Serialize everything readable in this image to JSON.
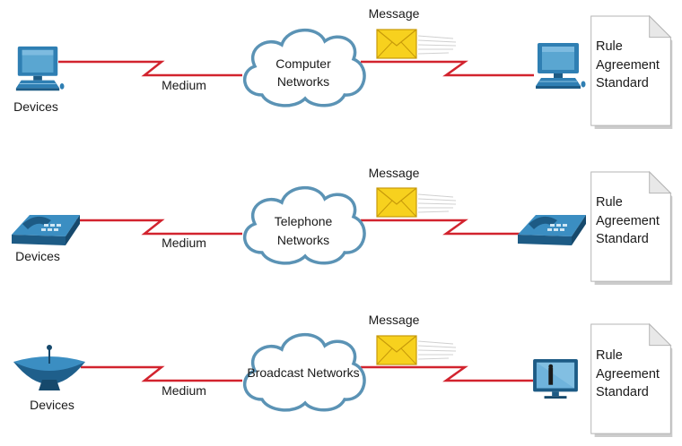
{
  "colors": {
    "link": "#d2232e",
    "cloud_fill": "#ffffff",
    "cloud_stroke": "#5b93b5",
    "device_blue": "#2f7fb3",
    "device_dark": "#1d5b85",
    "envelope": "#f7d11e",
    "envelope_edge": "#c79a0a",
    "doc_shadow": "#9a9a9a"
  },
  "rows": [
    {
      "id": "computer",
      "device_icon": "desktop-computer-icon",
      "devices_label": "Devices",
      "medium_label": "Medium",
      "network_lines": [
        "Computer",
        "Networks"
      ],
      "message_label": "Message",
      "receiver_icon": "desktop-computer-icon",
      "doc_lines": [
        "Rule",
        "Agreement",
        "Standard"
      ]
    },
    {
      "id": "telephone",
      "device_icon": "telephone-icon",
      "devices_label": "Devices",
      "medium_label": "Medium",
      "network_lines": [
        "Telephone",
        "Networks"
      ],
      "message_label": "Message",
      "receiver_icon": "telephone-icon",
      "doc_lines": [
        "Rule",
        "Agreement",
        "Standard"
      ]
    },
    {
      "id": "broadcast",
      "device_icon": "satellite-dish-icon",
      "devices_label": "Devices",
      "medium_label": "Medium",
      "network_lines": [
        "Broadcast Networks"
      ],
      "message_label": "Message",
      "receiver_icon": "television-icon",
      "doc_lines": [
        "Rule",
        "Agreement",
        "Standard"
      ]
    }
  ]
}
